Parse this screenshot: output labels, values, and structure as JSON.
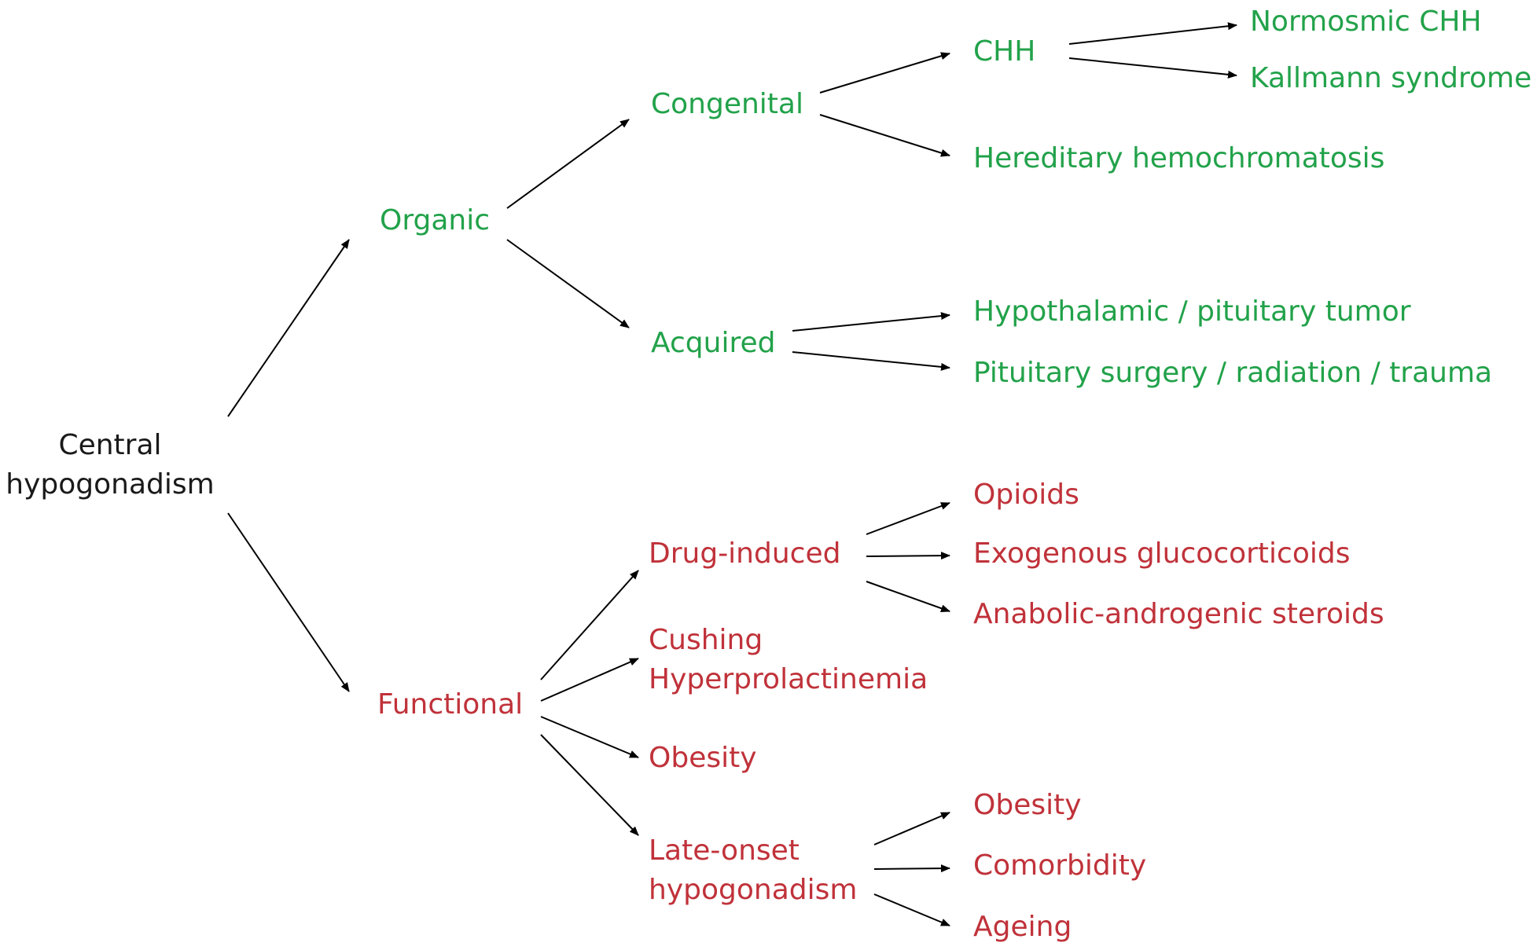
{
  "colors": {
    "root": "#1a1a1a",
    "organic": "#22a24a",
    "functional": "#c0323a",
    "arrow": "#000000"
  },
  "root": {
    "line1": "Central",
    "line2": "hypogonadism"
  },
  "organic": {
    "label": "Organic",
    "congenital": {
      "label": "Congenital",
      "chh": {
        "label": "CHH",
        "normosmic": "Normosmic CHH",
        "kallmann": "Kallmann syndrome"
      },
      "hemochromatosis": "Hereditary hemochromatosis"
    },
    "acquired": {
      "label": "Acquired",
      "tumor": "Hypothalamic / pituitary tumor",
      "surgery": "Pituitary surgery / radiation / trauma"
    }
  },
  "functional": {
    "label": "Functional",
    "drug_induced": {
      "label": "Drug-induced",
      "opioids": "Opioids",
      "glucocorticoids": "Exogenous glucocorticoids",
      "steroids": "Anabolic-androgenic steroids"
    },
    "cushing": {
      "line1": "Cushing",
      "line2": "Hyperprolactinemia"
    },
    "obesity": "Obesity",
    "late_onset": {
      "line1": "Late-onset",
      "line2": "hypogonadism",
      "obesity": "Obesity",
      "comorbidity": "Comorbidity",
      "ageing": "Ageing"
    }
  }
}
